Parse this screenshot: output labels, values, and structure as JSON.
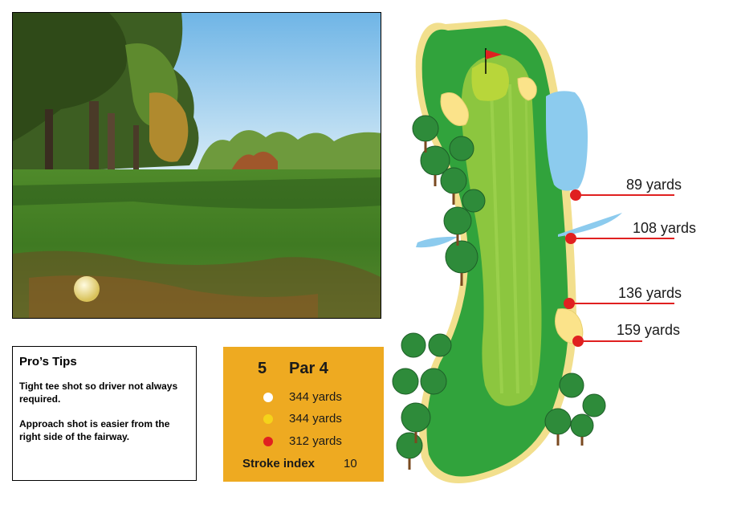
{
  "tips": {
    "heading": "Pro’s Tips",
    "paragraphs": [
      "Tight tee shot so driver not always required.",
      "Approach shot is easier from the right side of the fairway."
    ]
  },
  "hole": {
    "number": "5",
    "par": "Par 4",
    "tees": [
      {
        "color": "#ffffff",
        "distance": "344 yards"
      },
      {
        "color": "#f5d31a",
        "distance": "344 yards"
      },
      {
        "color": "#e02020",
        "distance": "312 yards"
      }
    ],
    "stroke_index_label": "Stroke index",
    "stroke_index_value": "10"
  },
  "markers": [
    {
      "label": "89 yards"
    },
    {
      "label": "108 yards"
    },
    {
      "label": "136 yards"
    },
    {
      "label": "159 yards"
    }
  ],
  "colors": {
    "card_bg": "#eeaa21",
    "marker": "#e02020",
    "rough": "#31a33c",
    "fairway": "#8cc63f",
    "bunker": "#fbe38a",
    "water": "#8ccbee"
  }
}
